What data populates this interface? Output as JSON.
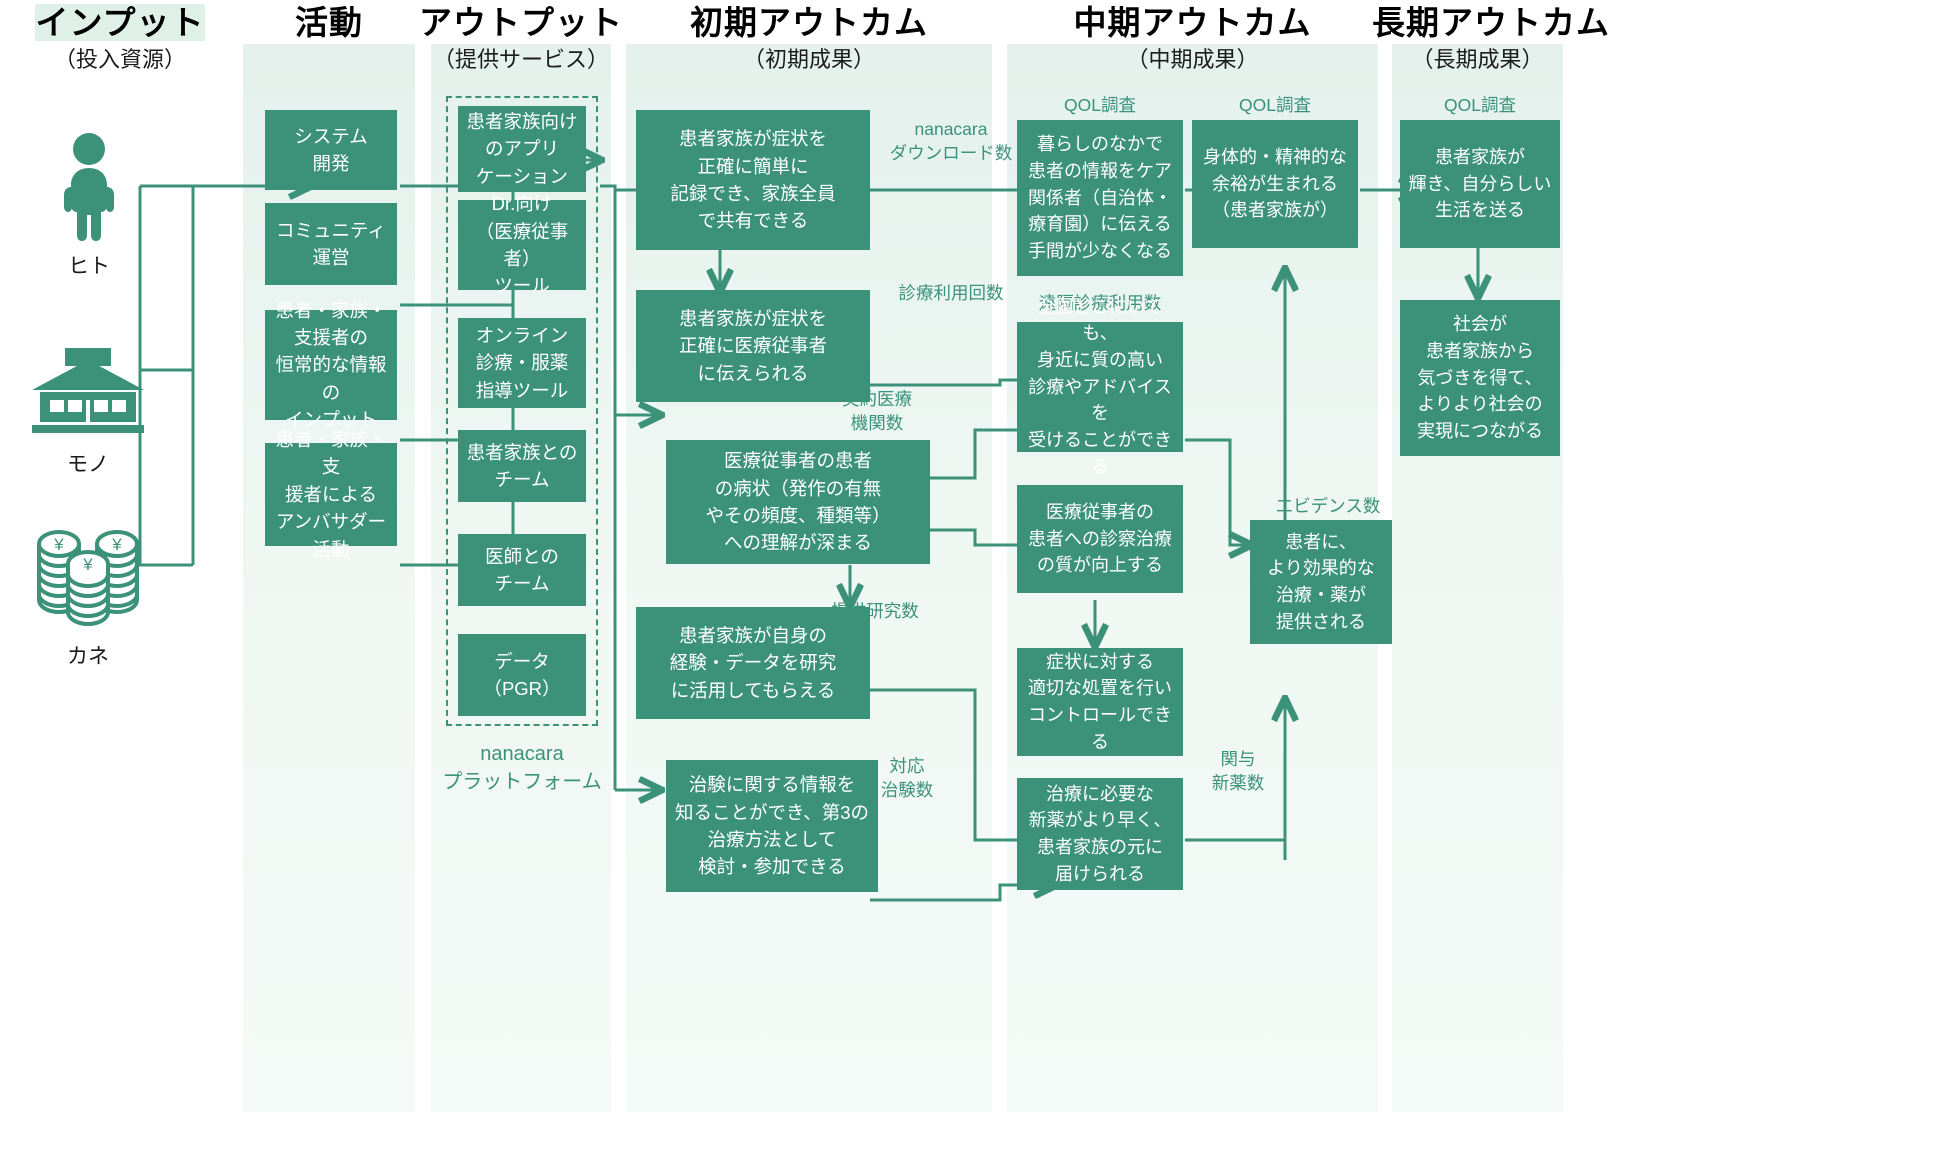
{
  "theme": {
    "box_fill": "#3b9279",
    "band_fill": "#e4f1ec",
    "line_color": "#3b9279",
    "text_on_box": "#ffffff",
    "heading_color": "#000000",
    "metric_color": "#3b9279"
  },
  "columns": [
    {
      "id": "input",
      "title": "インプット",
      "subtitle": "（投入資源）"
    },
    {
      "id": "activity",
      "title": "活動",
      "subtitle": ""
    },
    {
      "id": "output",
      "title": "アウトプット",
      "subtitle": "（提供サービス）"
    },
    {
      "id": "early",
      "title": "初期アウトカム",
      "subtitle": "（初期成果）"
    },
    {
      "id": "mid",
      "title": "中期アウトカム",
      "subtitle": "（中期成果）"
    },
    {
      "id": "long",
      "title": "長期アウトカム",
      "subtitle": "（長期成果）"
    }
  ],
  "inputs": [
    {
      "icon": "person-icon",
      "label": "ヒト"
    },
    {
      "icon": "building-icon",
      "label": "モノ"
    },
    {
      "icon": "coins-icon",
      "label": "カネ"
    }
  ],
  "activities": [
    {
      "text": "システム\n開発"
    },
    {
      "text": "コミュニティ\n運営"
    },
    {
      "text": "患者・家族・\n支援者の\n恒常的な情報の\nインプット"
    },
    {
      "text": "患者・家族・支\n援者による\nアンバサダー\n活動"
    }
  ],
  "outputs": [
    {
      "text": "患者家族向け\nのアプリ\nケーション"
    },
    {
      "text": "Dr.向け\n（医療従事者）\nツール"
    },
    {
      "text": "オンライン\n診療・服薬\n指導ツール"
    },
    {
      "text": "患者家族との\nチーム"
    },
    {
      "text": "医師との\nチーム"
    },
    {
      "text": "データ\n（PGR）"
    }
  ],
  "platform": {
    "label": "nanacara\nプラットフォーム"
  },
  "early_outcomes": [
    {
      "text": "患者家族が症状を\n正確に簡単に\n記録でき、家族全員\nで共有できる",
      "metric": "nanacara\nダウンロード数"
    },
    {
      "text": "患者家族が症状を\n正確に医療従事者\nに伝えられる",
      "metric": "診療利用回数"
    },
    {
      "text": "医療従事者の患者\nの病状（発作の有無\nやその頻度、種類等）\nへの理解が深まる",
      "metric": "契約医療\n機関数"
    },
    {
      "text": "患者家族が自身の\n経験・データを研究\nに活用してもらえる",
      "metric": "提供研究数"
    },
    {
      "text": "治験に関する情報を\n知ることができ、第3の\n治療方法として\n検討・参加できる",
      "metric": "対応\n治験数"
    }
  ],
  "mid_outcomes": [
    {
      "text": "暮らしのなかで\n患者の情報をケア\n関係者（自治体・\n療育園）に伝える\n手間が少なくなる",
      "metric": "QOL調査"
    },
    {
      "text": "全国どこにいても、\n身近に質の高い\n診療やアドバイスを\n受けることができる",
      "metric": "遠隔診療利用数"
    },
    {
      "text": "医療従事者の\n患者への診察治療\nの質が向上する",
      "metric": ""
    },
    {
      "text": "症状に対する\n適切な処置を行い\nコントロールできる",
      "metric": ""
    },
    {
      "text": "治療に必要な\n新薬がより早く、\n患者家族の元に\n届けられる",
      "metric": "関与\n新薬数"
    },
    {
      "text": "身体的・精神的な\n余裕が生まれる\n（患者家族が）",
      "metric": "QOL調査"
    },
    {
      "text": "患者に、\nより効果的な\n治療・薬が\n提供される",
      "metric": "エビデンス数"
    }
  ],
  "long_outcomes": [
    {
      "text": "患者家族が\n輝き、自分らしい\n生活を送る",
      "metric": "QOL調査"
    },
    {
      "text": "社会が\n患者家族から\n気づきを得て、\nよりより社会の\n実現につながる",
      "metric": ""
    }
  ]
}
